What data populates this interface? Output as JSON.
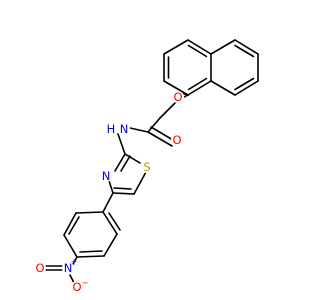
{
  "molecule": {
    "atoms": {
      "ether_o": {
        "text": "O",
        "color": "#ff0000"
      },
      "carbonyl_o": {
        "text": "O",
        "color": "#ff0000"
      },
      "amide_n": {
        "text": "N",
        "color": "#0000ff"
      },
      "amide_h": {
        "text": "H",
        "color": "#0000ff"
      },
      "thiazole_n": {
        "text": "N",
        "color": "#0000ff"
      },
      "thiazole_s": {
        "text": "S",
        "color": "#b8a000"
      },
      "nitro_n": {
        "text": "N",
        "color": "#0000ff"
      },
      "nitro_n_charge": {
        "text": "+",
        "color": "#0000ff"
      },
      "nitro_o_double": {
        "text": "O",
        "color": "#ff0000"
      },
      "nitro_o_single": {
        "text": "O",
        "color": "#ff0000"
      },
      "nitro_o_charge": {
        "text": "−",
        "color": "#ff0000"
      }
    }
  }
}
